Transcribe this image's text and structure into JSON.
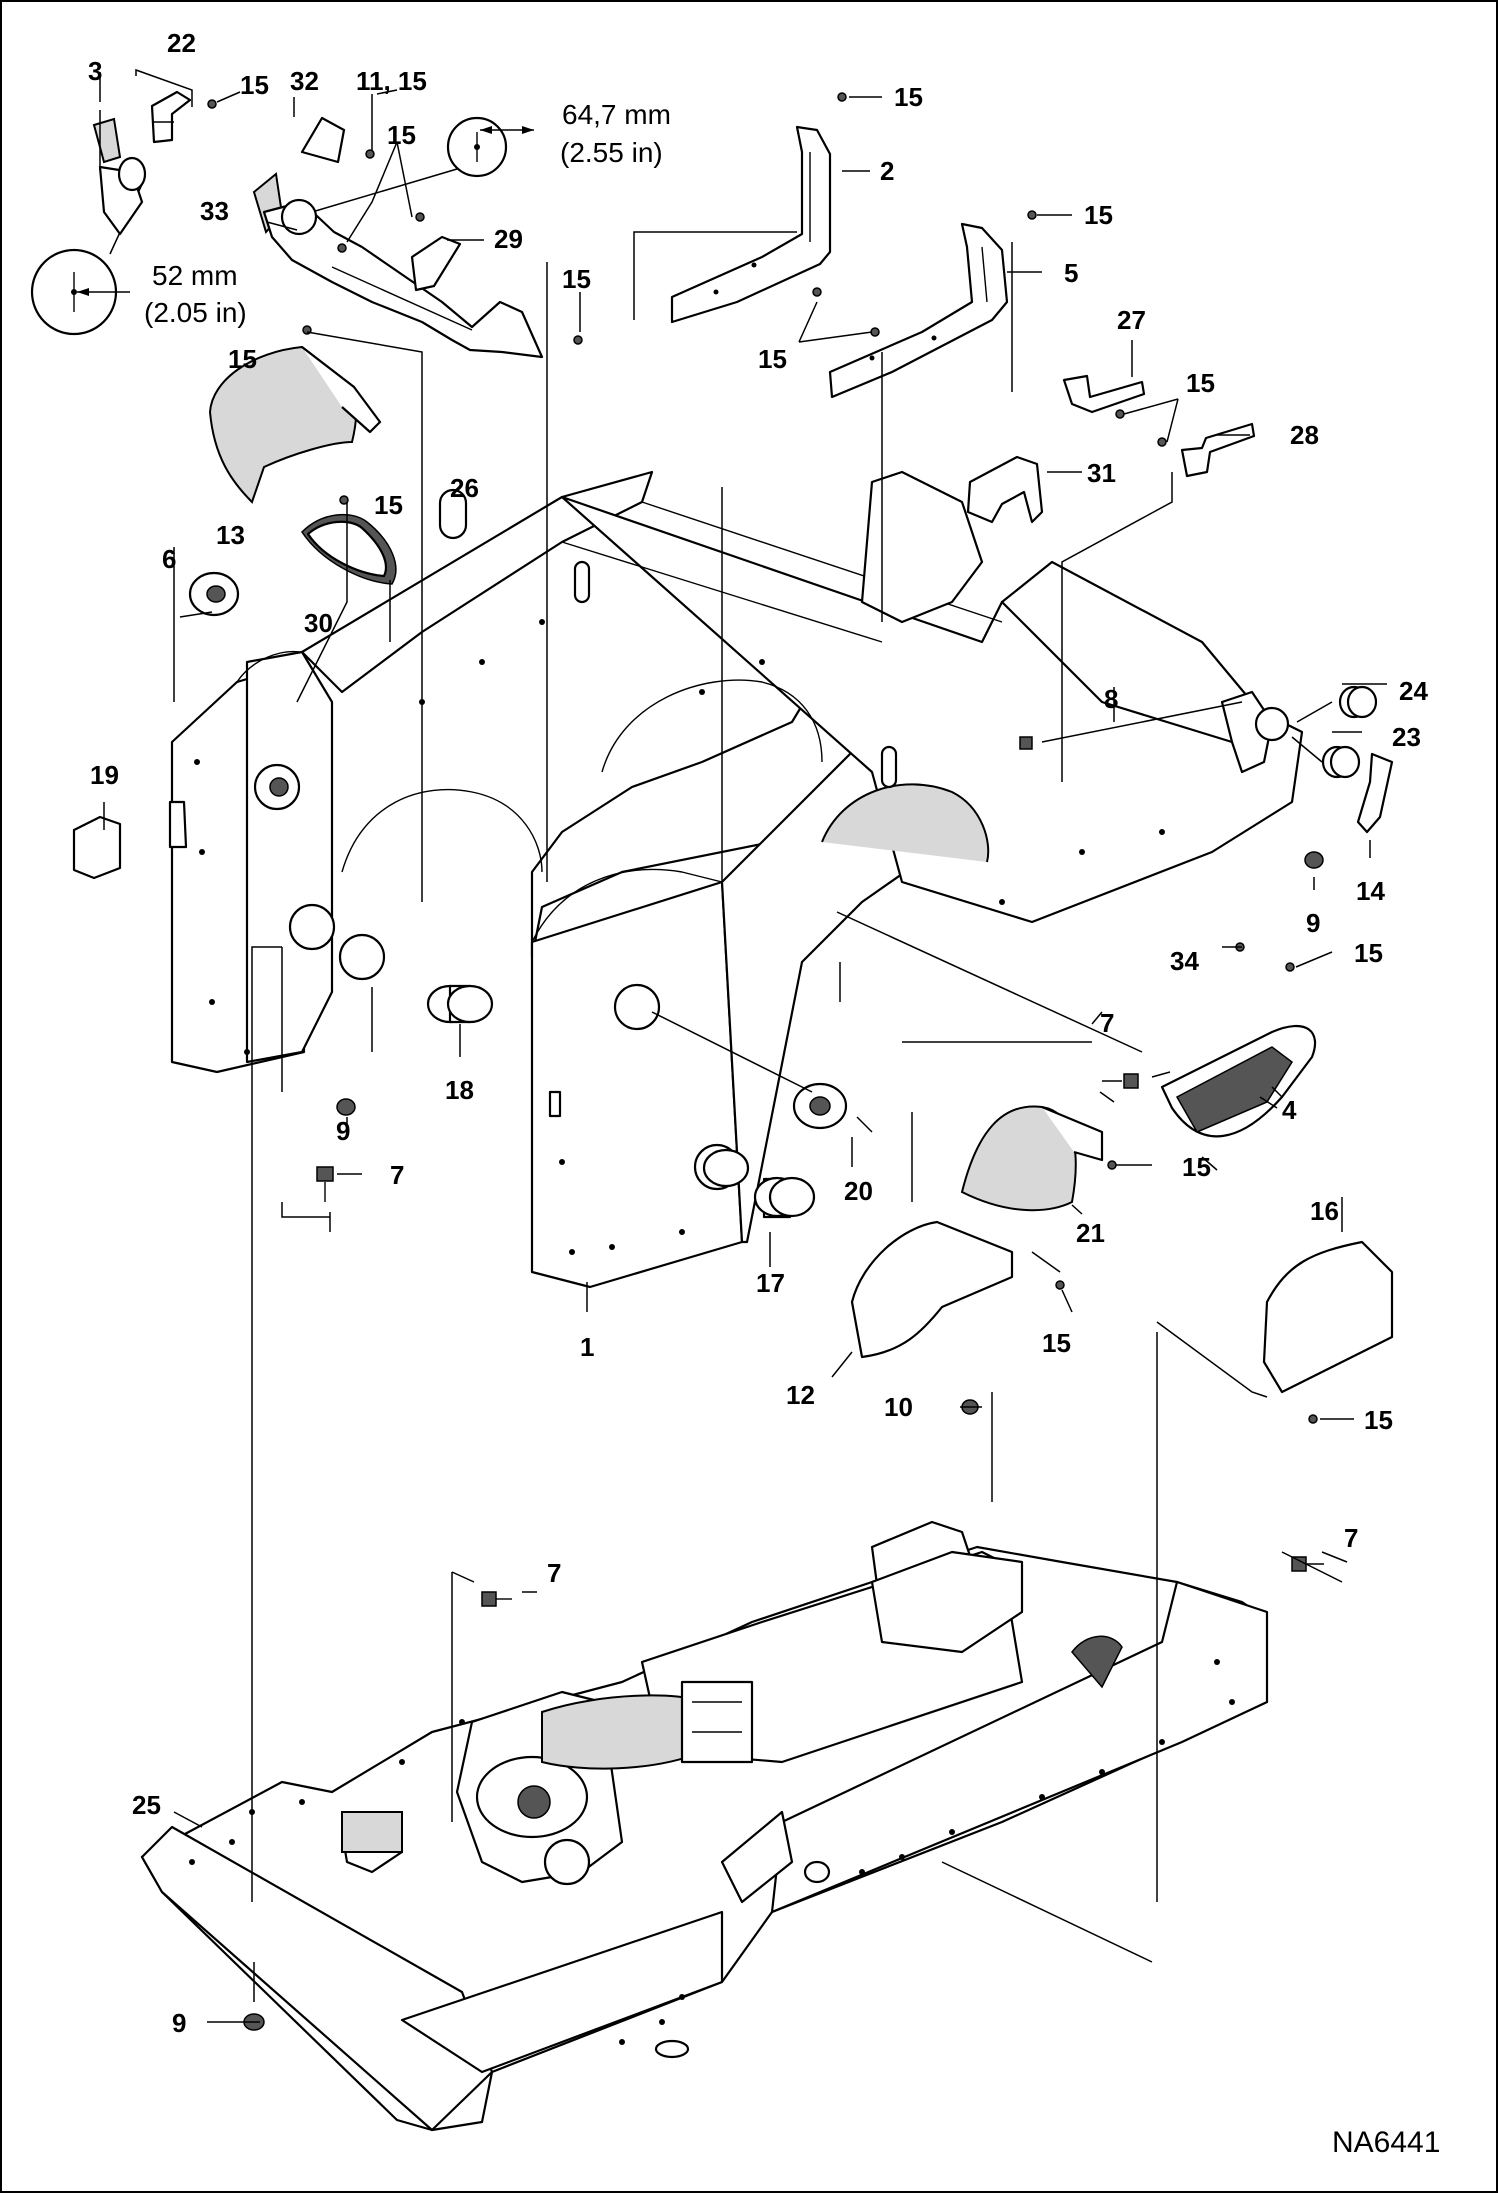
{
  "document_id": "NA6441",
  "callouts": [
    {
      "id": "c-22",
      "text": "22"
    },
    {
      "id": "c-3",
      "text": "3"
    },
    {
      "id": "c-15a",
      "text": "15"
    },
    {
      "id": "c-32",
      "text": "32"
    },
    {
      "id": "c-11-15",
      "text": "11, 15"
    },
    {
      "id": "c-15b",
      "text": "15"
    },
    {
      "id": "c-33",
      "text": "33"
    },
    {
      "id": "c-29",
      "text": "29"
    },
    {
      "id": "c-15c",
      "text": "15"
    },
    {
      "id": "c-15d",
      "text": "15"
    },
    {
      "id": "c-15e",
      "text": "15"
    },
    {
      "id": "c-2",
      "text": "2"
    },
    {
      "id": "c-15f",
      "text": "15"
    },
    {
      "id": "c-5",
      "text": "5"
    },
    {
      "id": "c-15g",
      "text": "15"
    },
    {
      "id": "c-27",
      "text": "27"
    },
    {
      "id": "c-15h",
      "text": "15"
    },
    {
      "id": "c-28",
      "text": "28"
    },
    {
      "id": "c-31",
      "text": "31"
    },
    {
      "id": "c-13",
      "text": "13"
    },
    {
      "id": "c-15i",
      "text": "15"
    },
    {
      "id": "c-26",
      "text": "26"
    },
    {
      "id": "c-6",
      "text": "6"
    },
    {
      "id": "c-30",
      "text": "30"
    },
    {
      "id": "c-24",
      "text": "24"
    },
    {
      "id": "c-8",
      "text": "8"
    },
    {
      "id": "c-23",
      "text": "23"
    },
    {
      "id": "c-19",
      "text": "19"
    },
    {
      "id": "c-14",
      "text": "14"
    },
    {
      "id": "c-9a",
      "text": "9"
    },
    {
      "id": "c-34",
      "text": "34"
    },
    {
      "id": "c-15j",
      "text": "15"
    },
    {
      "id": "c-7a",
      "text": "7"
    },
    {
      "id": "c-18",
      "text": "18"
    },
    {
      "id": "c-4",
      "text": "4"
    },
    {
      "id": "c-9b",
      "text": "9"
    },
    {
      "id": "c-15k",
      "text": "15"
    },
    {
      "id": "c-7b",
      "text": "7"
    },
    {
      "id": "c-20",
      "text": "20"
    },
    {
      "id": "c-21",
      "text": "21"
    },
    {
      "id": "c-16",
      "text": "16"
    },
    {
      "id": "c-17",
      "text": "17"
    },
    {
      "id": "c-1",
      "text": "1"
    },
    {
      "id": "c-15l",
      "text": "15"
    },
    {
      "id": "c-12",
      "text": "12"
    },
    {
      "id": "c-10",
      "text": "10"
    },
    {
      "id": "c-15m",
      "text": "15"
    },
    {
      "id": "c-7c",
      "text": "7"
    },
    {
      "id": "c-7d",
      "text": "7"
    },
    {
      "id": "c-25",
      "text": "25"
    },
    {
      "id": "c-9c",
      "text": "9"
    }
  ],
  "dimensions": {
    "upper": {
      "mm": "64,7 mm",
      "in": "(2.55 in)"
    },
    "lower": {
      "mm": "52 mm",
      "in": "(2.05 in)"
    }
  }
}
